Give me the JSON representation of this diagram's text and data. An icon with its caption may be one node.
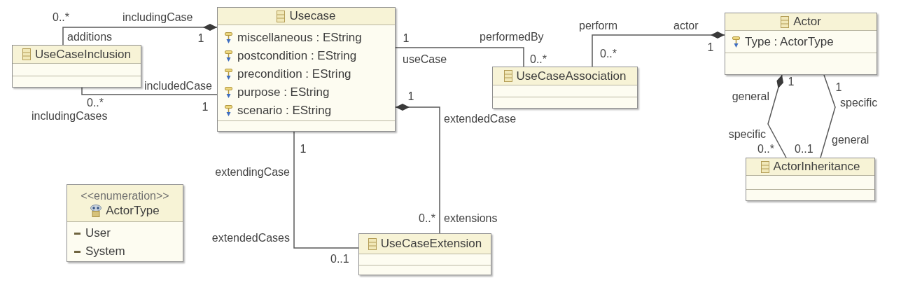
{
  "diagram": {
    "nodes": [
      {
        "text": [
          "UseCaseInclusion"
        ]
      },
      {
        "text": [
          "Usecase",
          "miscellaneous : EString",
          "postcondition : EString",
          "precondition : EString",
          "purpose : EString",
          "scenario : EString"
        ]
      },
      {
        "text": [
          "UseCaseAssociation"
        ]
      },
      {
        "text": [
          "Actor",
          "Type : ActorType"
        ]
      },
      {
        "text": [
          "ActorInheritance"
        ]
      },
      {
        "text": [
          "<<enumeration>>",
          "ActorType",
          "User",
          "System"
        ]
      },
      {
        "text": [
          "UseCaseExtension"
        ]
      }
    ],
    "edges": [
      {
        "from": 1,
        "to": 0,
        "arrow": "other"
      },
      {
        "from": 0,
        "to": 1,
        "arrow": "none"
      },
      {
        "from": 1,
        "to": 2,
        "arrow": "none"
      },
      {
        "from": 3,
        "to": 2,
        "arrow": "other"
      },
      {
        "from": 3,
        "to": 4,
        "arrow": "other"
      },
      {
        "from": 3,
        "to": 4,
        "arrow": "none"
      },
      {
        "from": 1,
        "to": 6,
        "arrow": "other"
      },
      {
        "from": 1,
        "to": 6,
        "arrow": "none"
      }
    ],
    "labels": [
      "0..*",
      "includingCase",
      "perform",
      "actor",
      "additions",
      "1",
      "1",
      "performedBy",
      "1",
      "0..*",
      "useCase",
      "0..*",
      "1",
      "includedCase",
      "1",
      "1",
      "general",
      "0..*",
      "1",
      "specific",
      "includingCases",
      "extendedCase",
      "specific",
      "general",
      "1",
      "0..*",
      "0..1",
      "extendingCase",
      "0..*",
      "extensions",
      "extendedCases",
      "0..1"
    ]
  }
}
